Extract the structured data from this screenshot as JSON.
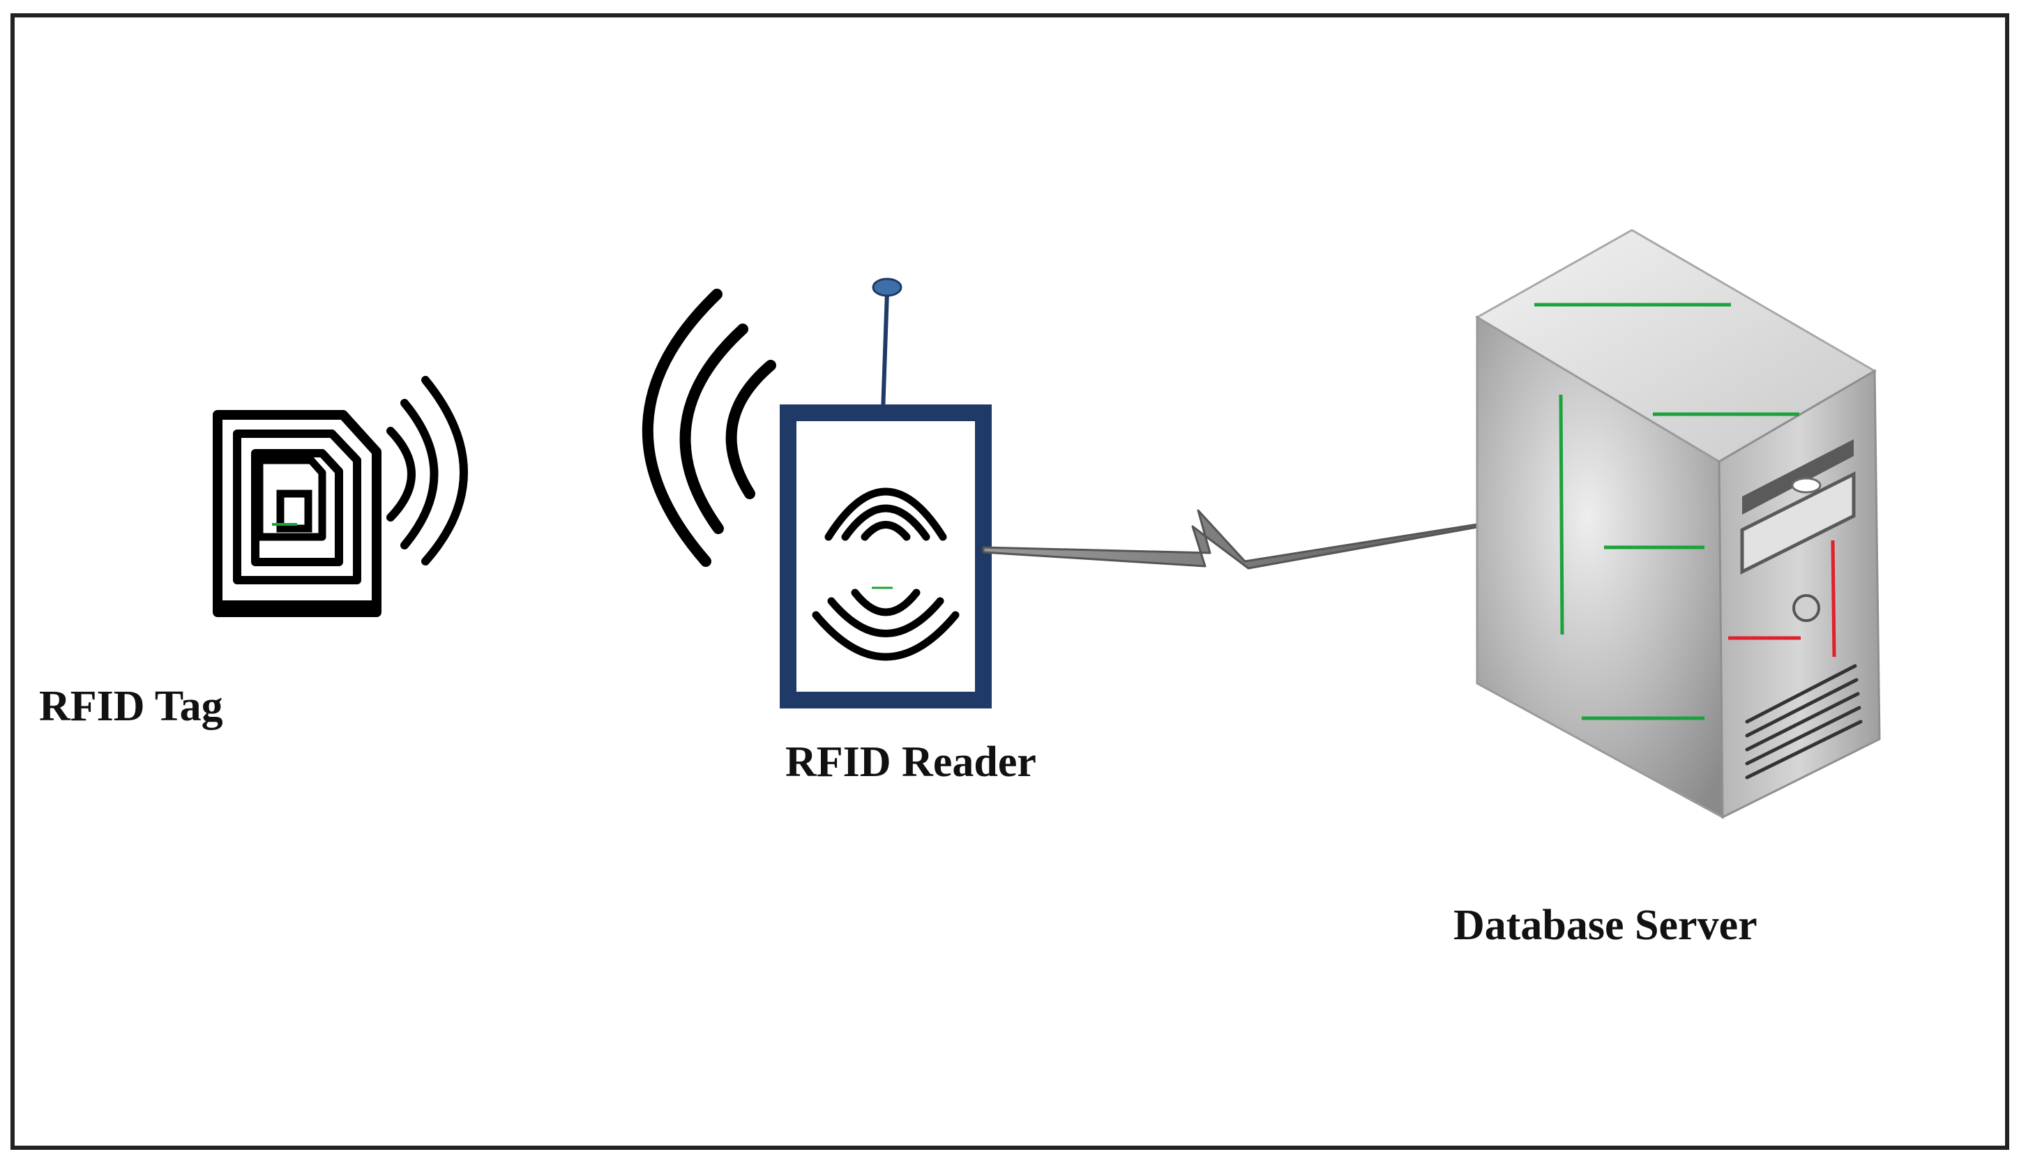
{
  "diagram": {
    "nodes": {
      "tag": {
        "label": "RFID Tag",
        "icon": "rfid-tag-icon"
      },
      "reader": {
        "label": "RFID Reader",
        "icon": "rfid-reader-icon"
      },
      "server": {
        "label": "Database Server",
        "icon": "server-tower-icon"
      }
    },
    "edges": [
      {
        "from": "reader",
        "to": "server",
        "style": "lightning-link"
      }
    ],
    "colors": {
      "border": "#222222",
      "reader_frame": "#1f3a66",
      "antenna_tip": "#3d6fa8",
      "accent_green": "#1aa33a",
      "accent_red": "#e0202a",
      "server_body": "#c8c8c8"
    }
  }
}
